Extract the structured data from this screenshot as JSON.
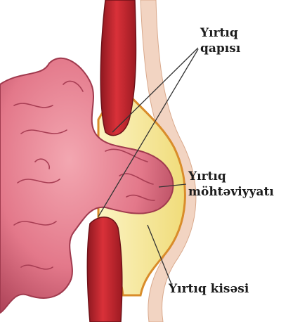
{
  "labels": {
    "gate": [
      "Yırtıq",
      "qapısı"
    ],
    "content": [
      "Yırtıq",
      "möhtəviyyatı"
    ],
    "sac": "Yırtıq kisəsi"
  },
  "colors": {
    "muscle": "#c8232f",
    "muscle_dark": "#8e1820",
    "intestine": "#e3788a",
    "intestine_dark": "#b0455a",
    "sac_fat": "#f5e89a",
    "sac_wall": "#d98c2a",
    "skin": "#f2d4c2",
    "leader": "#333333"
  }
}
